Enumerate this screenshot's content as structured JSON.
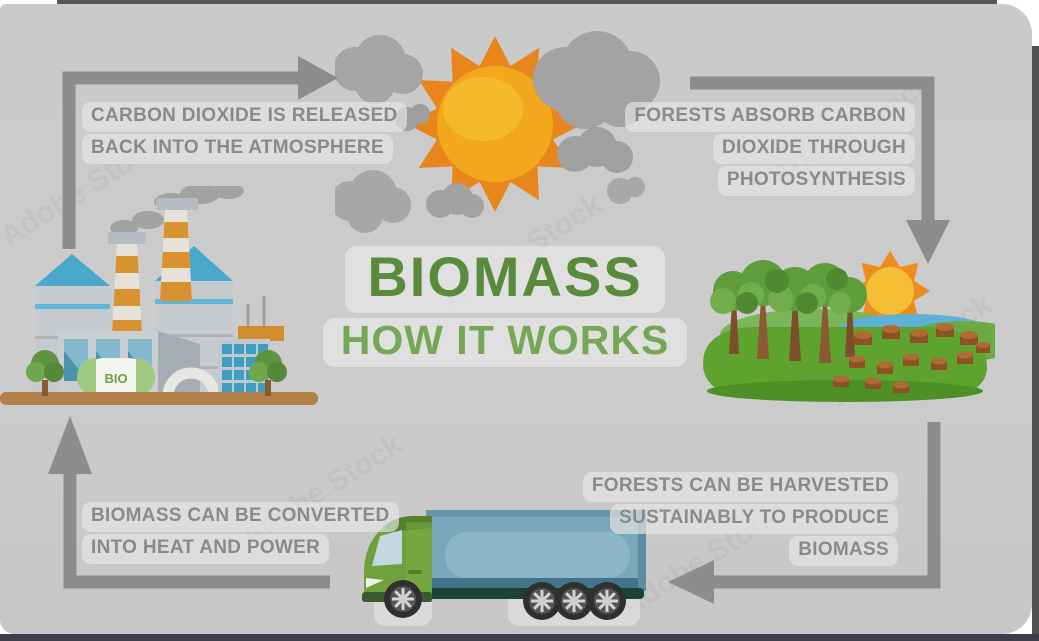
{
  "title": {
    "line1": "BIOMASS",
    "line2": "HOW IT WORKS",
    "line1_color": "#5a8a3c",
    "line2_color": "#76a757"
  },
  "captions": {
    "top_left": {
      "lines": [
        "CARBON DIOXIDE IS RELEASED",
        "BACK INTO THE ATMOSPHERE"
      ]
    },
    "top_right": {
      "lines": [
        "FORESTS ABSORB CARBON",
        "DIOXIDE THROUGH",
        "PHOTOSYNTHESIS"
      ]
    },
    "bottom_right": {
      "lines": [
        "FORESTS CAN BE HARVESTED",
        "SUSTAINABLY TO PRODUCE",
        "BIOMASS"
      ]
    },
    "bottom_left": {
      "lines": [
        "BIOMASS CAN BE CONVERTED",
        "INTO HEAT AND POWER"
      ]
    }
  },
  "illustrations": {
    "factory": {
      "name": "biomass-power-plant",
      "tank_label": "BIO"
    },
    "sky": {
      "name": "sun-with-smoke-clouds"
    },
    "forest": {
      "name": "forest-with-tree-stumps"
    },
    "truck": {
      "name": "biomass-transport-truck"
    }
  },
  "arrows": {
    "color": "#8d8d8d",
    "items": [
      {
        "name": "factory-to-atmosphere",
        "direction": "up-then-right"
      },
      {
        "name": "atmosphere-to-forest",
        "direction": "right-then-down"
      },
      {
        "name": "forest-to-truck",
        "direction": "down-then-left"
      },
      {
        "name": "truck-to-factory",
        "direction": "left-then-up"
      }
    ]
  },
  "watermark": {
    "text": "Adobe Stock"
  },
  "colors": {
    "panel_bg": "#cacaca",
    "caption_text": "#8a8a8a",
    "arrow": "#8d8d8d",
    "sun_orange": "#e8851c",
    "sun_core": "#f2a71d",
    "cloud_gray": "#a5a5a5",
    "chimney_stripe": "#d8922f",
    "silo_top_blue": "#4aa9ca",
    "ground_brown": "#b28049",
    "forest_green": "#5ea32d",
    "stump_brown": "#8d5126",
    "truck_cab_green": "#6fa03c",
    "trailer_blue": "#7ca7bb",
    "bottom_bar": "#3c3f4a"
  }
}
